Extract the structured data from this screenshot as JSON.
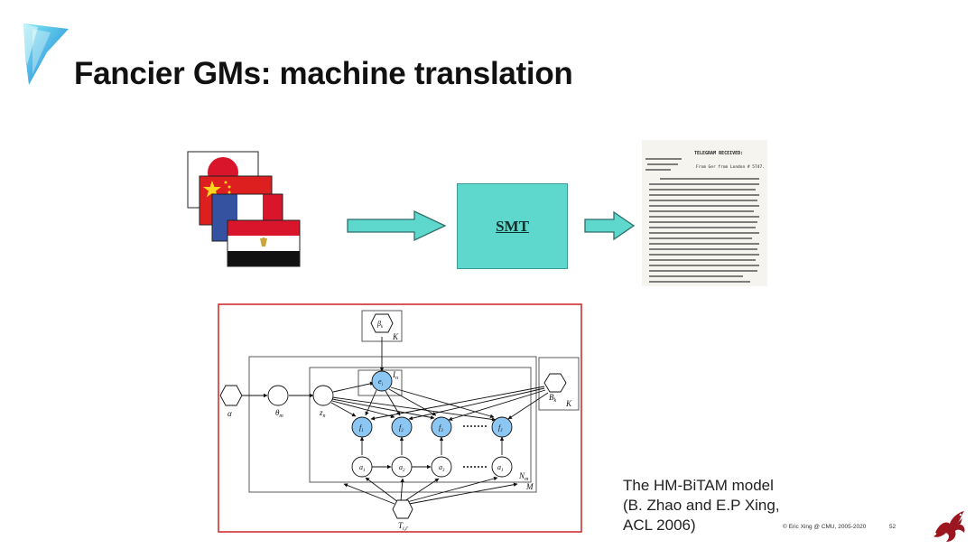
{
  "title": "Fancier GMs: machine translation",
  "smt_label": "SMT",
  "telegram": {
    "heading": "TELEGRAM RECEIVED:",
    "from": "From  Ger from London # 5747."
  },
  "model": {
    "nodes": {
      "alpha": "α",
      "theta": "θ",
      "theta_sub": "m",
      "z": "z",
      "z_sub": "n",
      "beta": "β",
      "beta_sub": "k",
      "e": "e",
      "e_sub": "i",
      "B": "B",
      "B_sub": "k",
      "f1": "f",
      "f1_sub": "1",
      "f2": "f",
      "f2_sub": "2",
      "f3": "f",
      "f3_sub": "3",
      "fJ": "f",
      "fJ_sub": "J",
      "a1": "a",
      "a1_sub": "1",
      "a2": "a",
      "a2_sub": "2",
      "a3": "a",
      "a3_sub": "3",
      "aJ": "a",
      "aJ_sub": "J",
      "T": "T",
      "T_sub": "i,i'"
    },
    "plates": {
      "K_top": "K",
      "K_right": "K",
      "I": "I",
      "I_sub": "n",
      "N": "N",
      "N_sub": "m",
      "M": "M"
    },
    "colors": {
      "frame": "#cc2222",
      "observed": "#8cc6f2"
    }
  },
  "caption": {
    "line1": "The HM-BiTAM model",
    "line2": "(B. Zhao and E.P Xing,",
    "line3": "ACL 2006)"
  },
  "footer": {
    "copyright": "© Eric Xing @ CMU, 2005-2020",
    "page": "52"
  },
  "colors": {
    "accent_teal": "#5ed8cc",
    "logo_blue": "#2aa8e8"
  }
}
